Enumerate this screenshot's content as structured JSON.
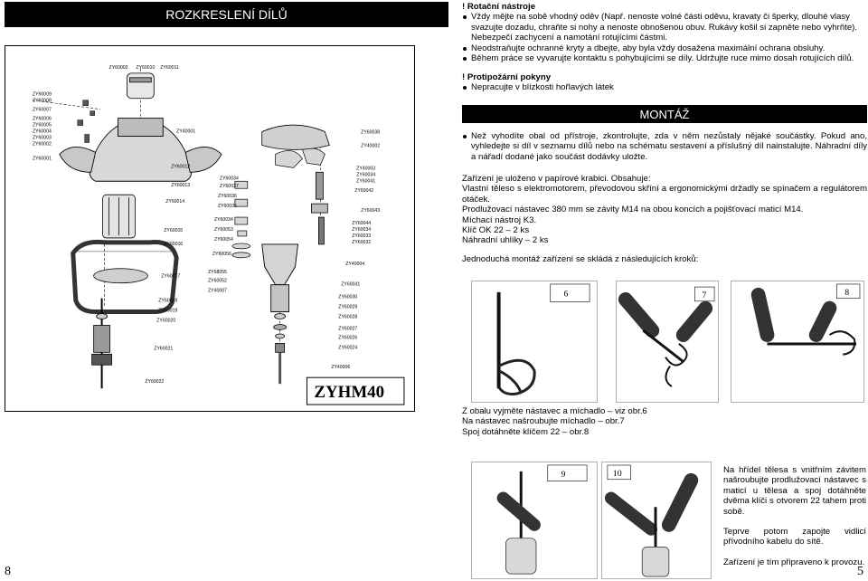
{
  "left": {
    "header": "ROZKRESLENÍ DÍLŮ",
    "model": "ZYHM40",
    "page_number": "8",
    "part_labels": [
      "ZY60002",
      "ZY60010",
      "ZY60011",
      "ZY60009",
      "ZY60008",
      "ZY60007",
      "ZY60006",
      "ZY60005",
      "ZY60004",
      "ZY60003",
      "ZY60002",
      "ZY60001",
      "ZY40001",
      "ZY60012",
      "ZY60013",
      "ZY60014",
      "ZY60015",
      "ZY60016",
      "ZY60017",
      "ZY60018",
      "ZY60019",
      "ZY60020",
      "ZY60021",
      "ZY60022",
      "ZY60034",
      "ZY60037",
      "ZY60036",
      "ZY60035",
      "ZY60034",
      "ZY60053",
      "ZY60054",
      "ZY60056",
      "ZY68055",
      "ZY60052",
      "ZY40007",
      "ZY60038",
      "ZY40002",
      "ZY40003",
      "ZY60034",
      "ZY60041",
      "ZY60042",
      "ZY60043",
      "ZY60044",
      "ZY60034",
      "ZY60033",
      "ZY60032",
      "ZY40004",
      "ZY60031",
      "ZY60030",
      "ZY60029",
      "ZY60028",
      "ZY60027",
      "ZY60026",
      "ZY60024",
      "ZY40006"
    ]
  },
  "right": {
    "rotating_title": "! Rotační nástroje",
    "rotating_items": [
      "Vždy mějte na sobě vhodný oděv (Např. nenoste volné části oděvu, kravaty či šperky, dlouhé vlasy svazujte dozadu, chraňte si nohy a nenoste obnošenou obuv. Rukávy košil si zapněte nebo vyhrňte). Nebezpečí zachycení a namotání rotujícími částmi.",
      "Neodstraňujte ochranné kryty a dbejte, aby byla vždy dosažena maximální ochrana obsluhy.",
      "Během práce se vyvarujte kontaktu s pohybujícími se díly. Udržujte ruce mimo dosah rotujících dílů."
    ],
    "fire_title": "! Protipožární pokyny",
    "fire_items": [
      "Nepracujte v blízkosti hořlavých látek"
    ],
    "montaz_header": "MONTÁŽ",
    "montaz_items": [
      "Než vyhodíte obal od přístroje, zkontrolujte, zda v něm nezůstaly nějaké součástky. Pokud ano, vyhledejte si díl v seznamu dílů nebo na schématu sestavení a příslušný díl nainstalujte. Náhradní díly a nářadí dodané jako součást dodávky uložte."
    ],
    "package_lines": [
      "Zařízení je uloženo v papírové krabici. Obsahuje:",
      "Vlastní těleso s elektromotorem, převodovou skříní a ergonomickými držadly se spínačem a regulátorem otáček.",
      "Prodlužovací nástavec 380 mm se závity M14 na obou koncích a pojišťovací maticí M14.",
      "Míchací nástroj K3.",
      "Klíč OK 22 – 2 ks",
      "Náhradní uhlíky – 2 ks"
    ],
    "simple_assembly": "Jednoduchá montáž zařízení se skládá z následujících kroků:",
    "photo_numbers": [
      "6",
      "7",
      "8",
      "9",
      "10"
    ],
    "steps_a": [
      "Z obalu vyjměte nástavec a míchadlo – viz obr.6",
      "Na nástavec našroubujte míchadlo – obr.7",
      "Spoj dotáhněte klíčem 22 – obr.8"
    ],
    "steps_b": "Na hřídel tělesa s vnitřním závitem našroubujte prodlužovací nástavec s maticí u tělesa a spoj dotáhněte dvěma klíči s otvorem 22 tahem proti sobě.",
    "steps_c": "Teprve potom zapojte vidlicí přívodního kabelu do sítě.",
    "steps_d": "Zařízení je tím připraveno k provozu.",
    "page_number": "5"
  }
}
